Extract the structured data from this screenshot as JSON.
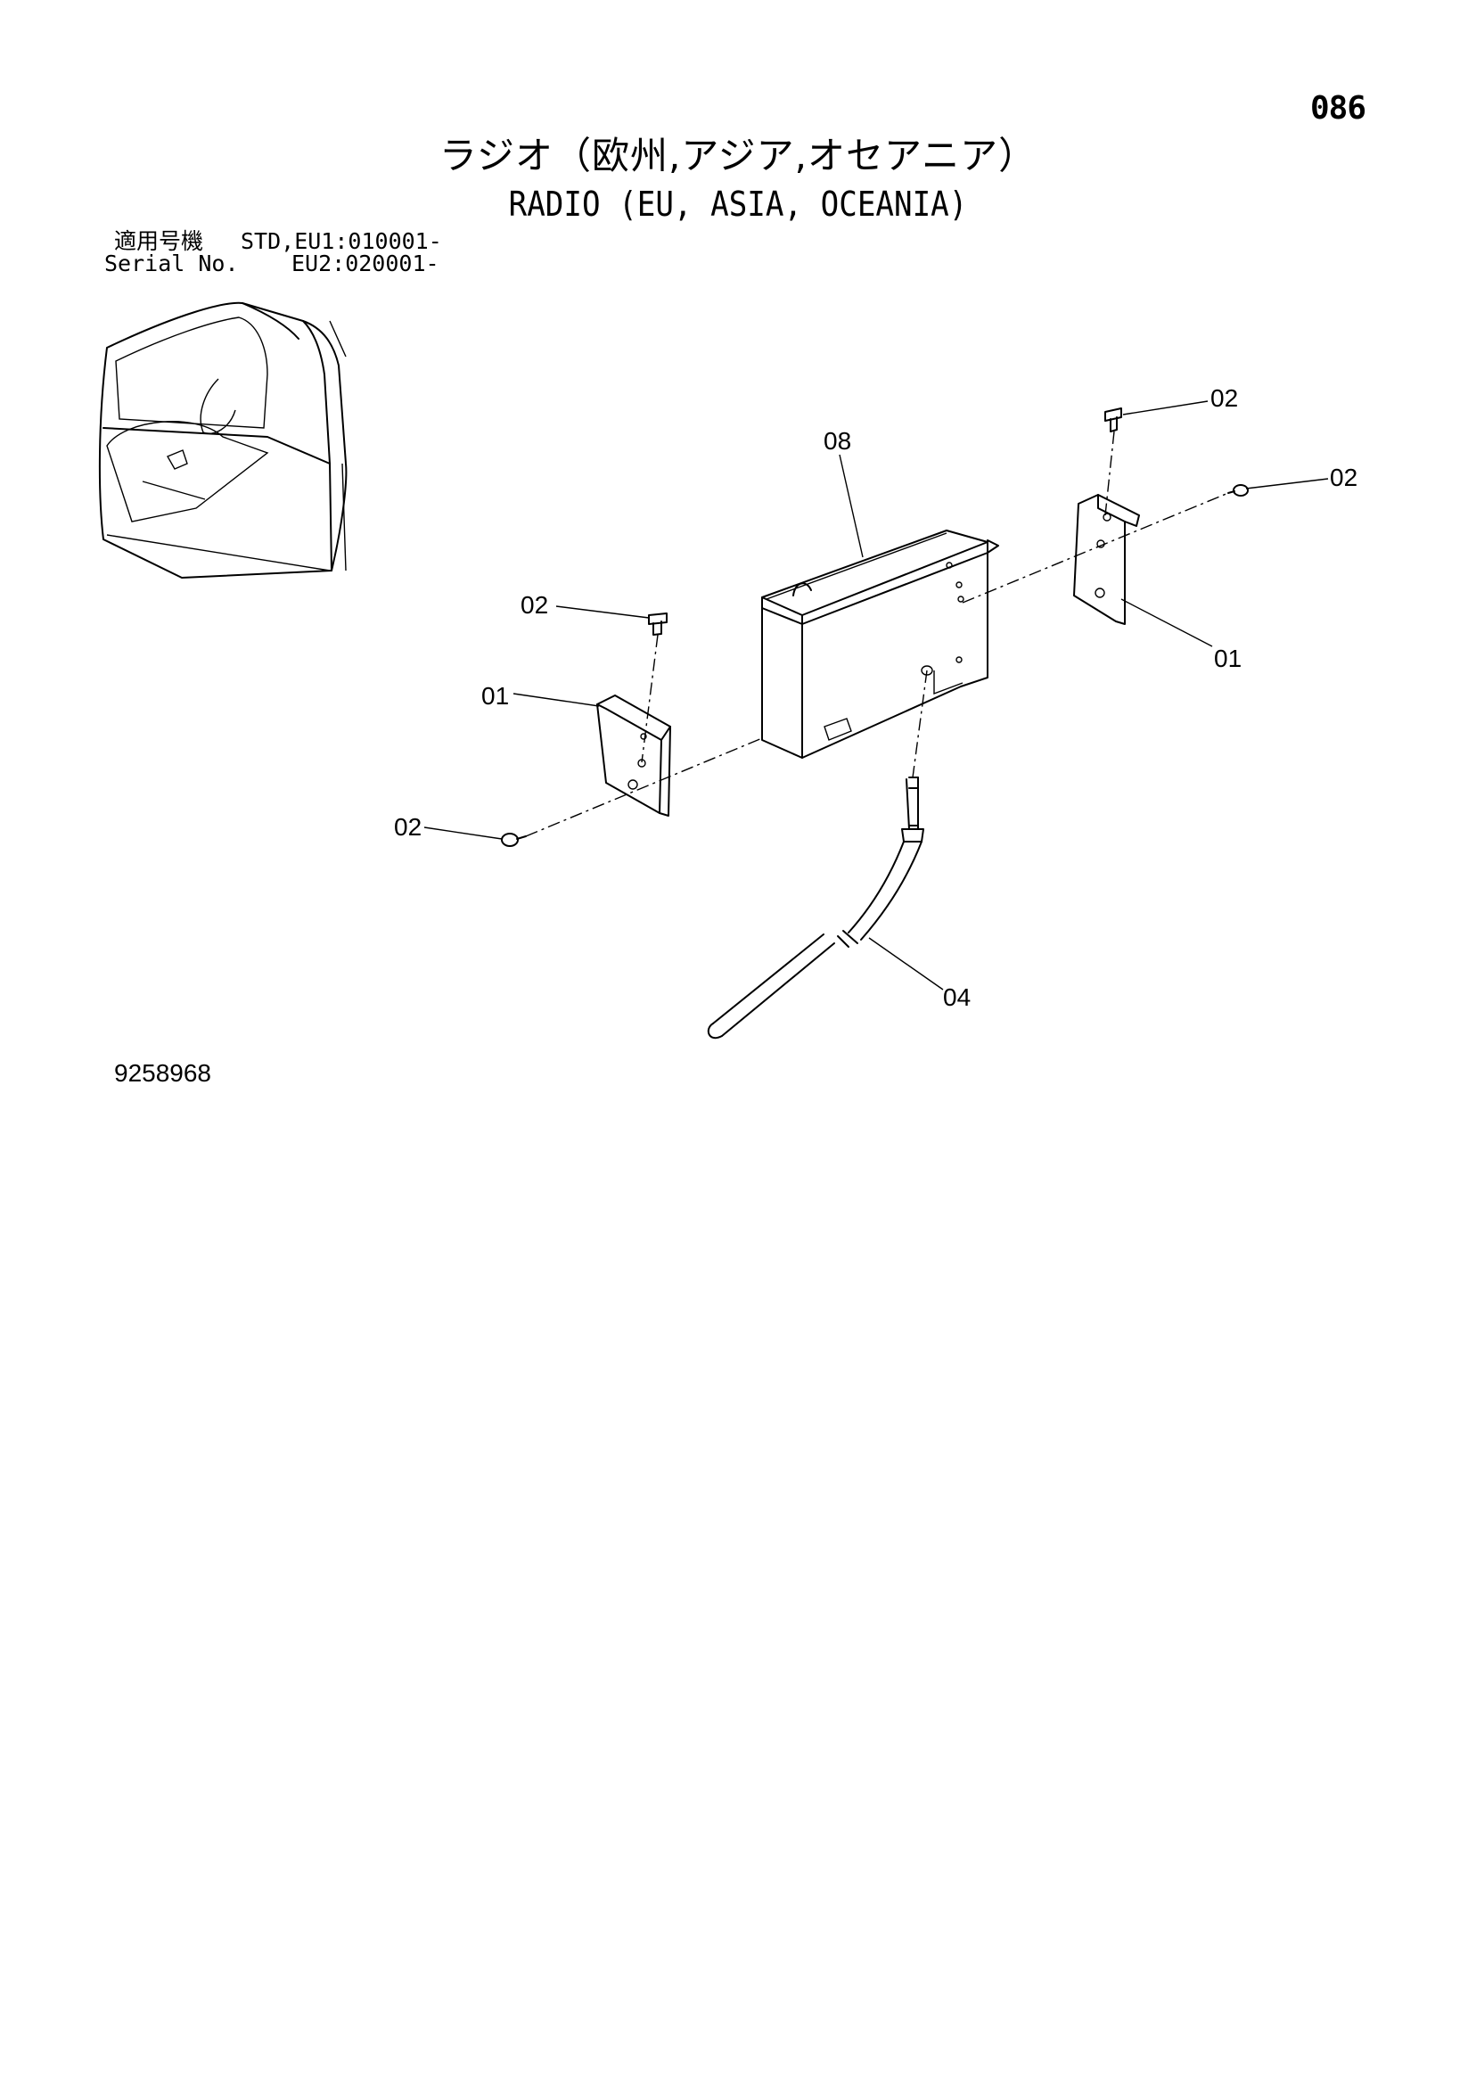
{
  "page_number": "086",
  "title": {
    "japanese": "ラジオ（欧州,アジア,オセアニア）",
    "english": "RADIO (EU, ASIA, OCEANIA)"
  },
  "serial": {
    "label_ja": "適用号機",
    "label_en": "Serial No.",
    "range_1": "STD,EU1:010001-",
    "range_2": "EU2:020001-"
  },
  "callouts": {
    "bolt_top_right": "02",
    "bolt_right": "02",
    "radio_box": "08",
    "bolt_left_top": "02",
    "bracket_left": "01",
    "bracket_right": "01",
    "bolt_left_bottom": "02",
    "antenna": "04"
  },
  "document_number": "9258968"
}
